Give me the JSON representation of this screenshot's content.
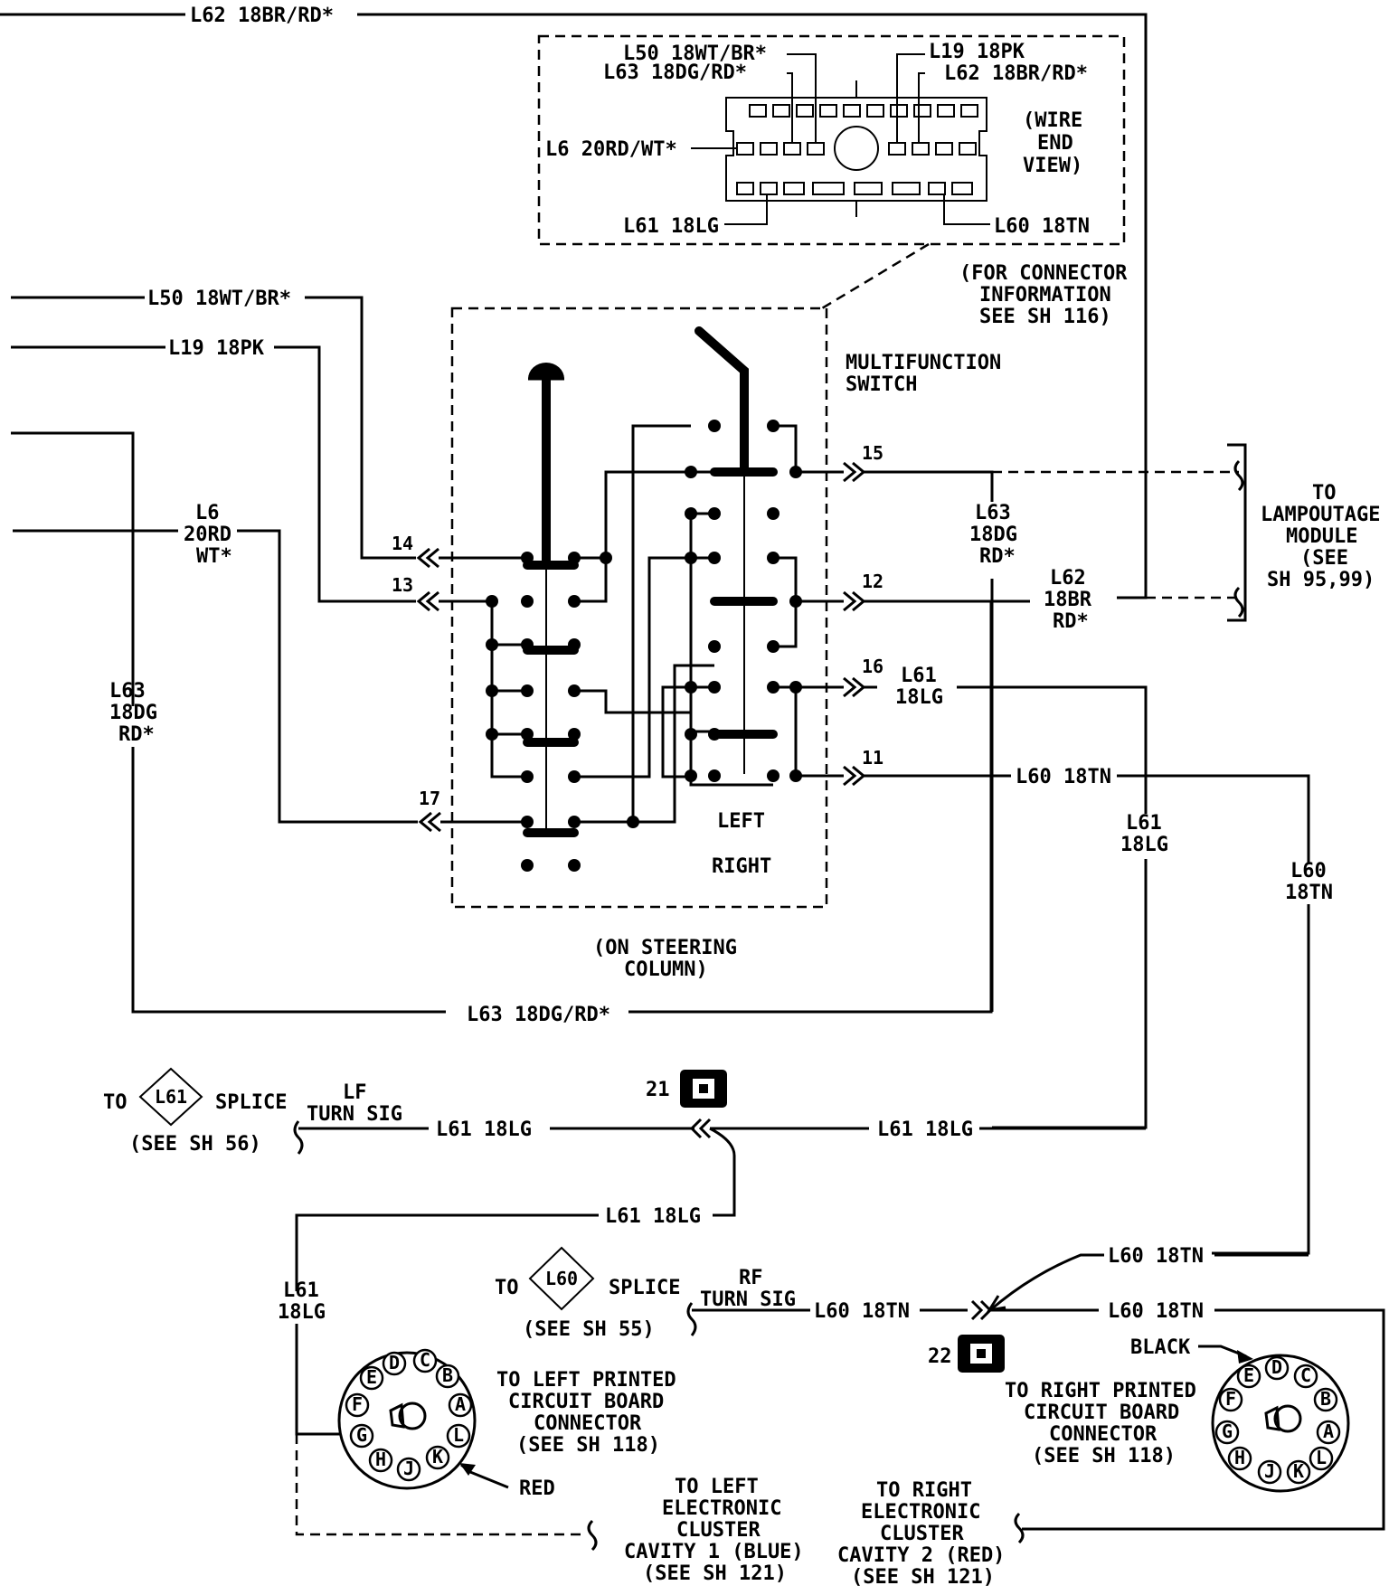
{
  "connector_top": {
    "wires": {
      "l50": "L50 18WT/BR*",
      "l63": "L63 18DG/RD*",
      "l19": "L19 18PK",
      "l62": "L62 18BR/RD*",
      "l6": "L6 20RD/WT*",
      "l61": "L61 18LG",
      "l60": "L60 18TN"
    },
    "view_note": [
      "(WIRE",
      "END",
      "VIEW)"
    ],
    "info_note": [
      "(FOR CONNECTOR",
      "INFORMATION",
      "SEE SH 116)"
    ]
  },
  "top_wire": "L62 18BR/RD*",
  "left_wires": {
    "l50": "L50 18WT/BR*",
    "l19": "L19 18PK",
    "l6": [
      "L6",
      "20RD",
      "WT*"
    ],
    "l63": [
      "L63",
      "18DG",
      "RD*"
    ]
  },
  "switch": {
    "title": [
      "MULTIFUNCTION",
      "SWITCH"
    ],
    "pins_left": [
      "14",
      "13",
      "17"
    ],
    "pins_right": [
      "15",
      "12",
      "16",
      "11"
    ],
    "left_label": "LEFT",
    "right_label": "RIGHT",
    "location": [
      "(ON STEERING",
      "COLUMN)"
    ]
  },
  "right_wires": {
    "l63": [
      "L63",
      "18DG",
      "RD*"
    ],
    "l62": [
      "L62",
      "18BR",
      "RD*"
    ],
    "l61_short": [
      "L61",
      "18LG"
    ],
    "l60": "L60 18TN",
    "l61_vert": [
      "L61",
      "18LG"
    ],
    "l60_vert": [
      "L60",
      "18TN"
    ]
  },
  "lamp_module": [
    "TO",
    "LAMPOUTAGE",
    "MODULE",
    "(SEE",
    "SH 95,99)"
  ],
  "bottom_l63": "L63 18DG/RD*",
  "lf": {
    "to": "TO",
    "splice_id": "L61",
    "splice": "SPLICE",
    "see": "(SEE SH 56)",
    "turn": [
      "LF",
      "TURN SIG"
    ],
    "wire_left": "L61 18LG",
    "wire_right": "L61 18LG",
    "wire_down": "L61 18LG",
    "connector_num": "21",
    "vert_wire": [
      "L61",
      "18LG"
    ]
  },
  "rf": {
    "to": "TO",
    "splice_id": "L60",
    "splice": "SPLICE",
    "see": "(SEE SH 55)",
    "turn": [
      "RF",
      "TURN SIG"
    ],
    "wire": "L60 18TN",
    "wire_upper": "L60 18TN",
    "wire_lower": "L60 18TN",
    "connector_num": "22"
  },
  "left_pcb": {
    "note": [
      "TO LEFT PRINTED",
      "CIRCUIT BOARD",
      "CONNECTOR",
      "(SEE SH 118)"
    ],
    "color": "RED",
    "pins": [
      "D",
      "C",
      "E",
      "B",
      "F",
      "A",
      "G",
      "L",
      "H",
      "J",
      "K"
    ]
  },
  "right_pcb": {
    "note": [
      "TO RIGHT PRINTED",
      "CIRCUIT BOARD",
      "CONNECTOR",
      "(SEE SH 118)"
    ],
    "color": "BLACK",
    "pins": [
      "E",
      "D",
      "C",
      "F",
      "B",
      "G",
      "A",
      "H",
      "L",
      "J",
      "K"
    ]
  },
  "left_cluster": [
    "TO LEFT",
    "ELECTRONIC",
    "CLUSTER",
    "CAVITY 1 (BLUE)",
    "(SEE SH 121)"
  ],
  "right_cluster": [
    "TO RIGHT",
    "ELECTRONIC",
    "CLUSTER",
    "CAVITY 2 (RED)",
    "(SEE SH 121)"
  ]
}
